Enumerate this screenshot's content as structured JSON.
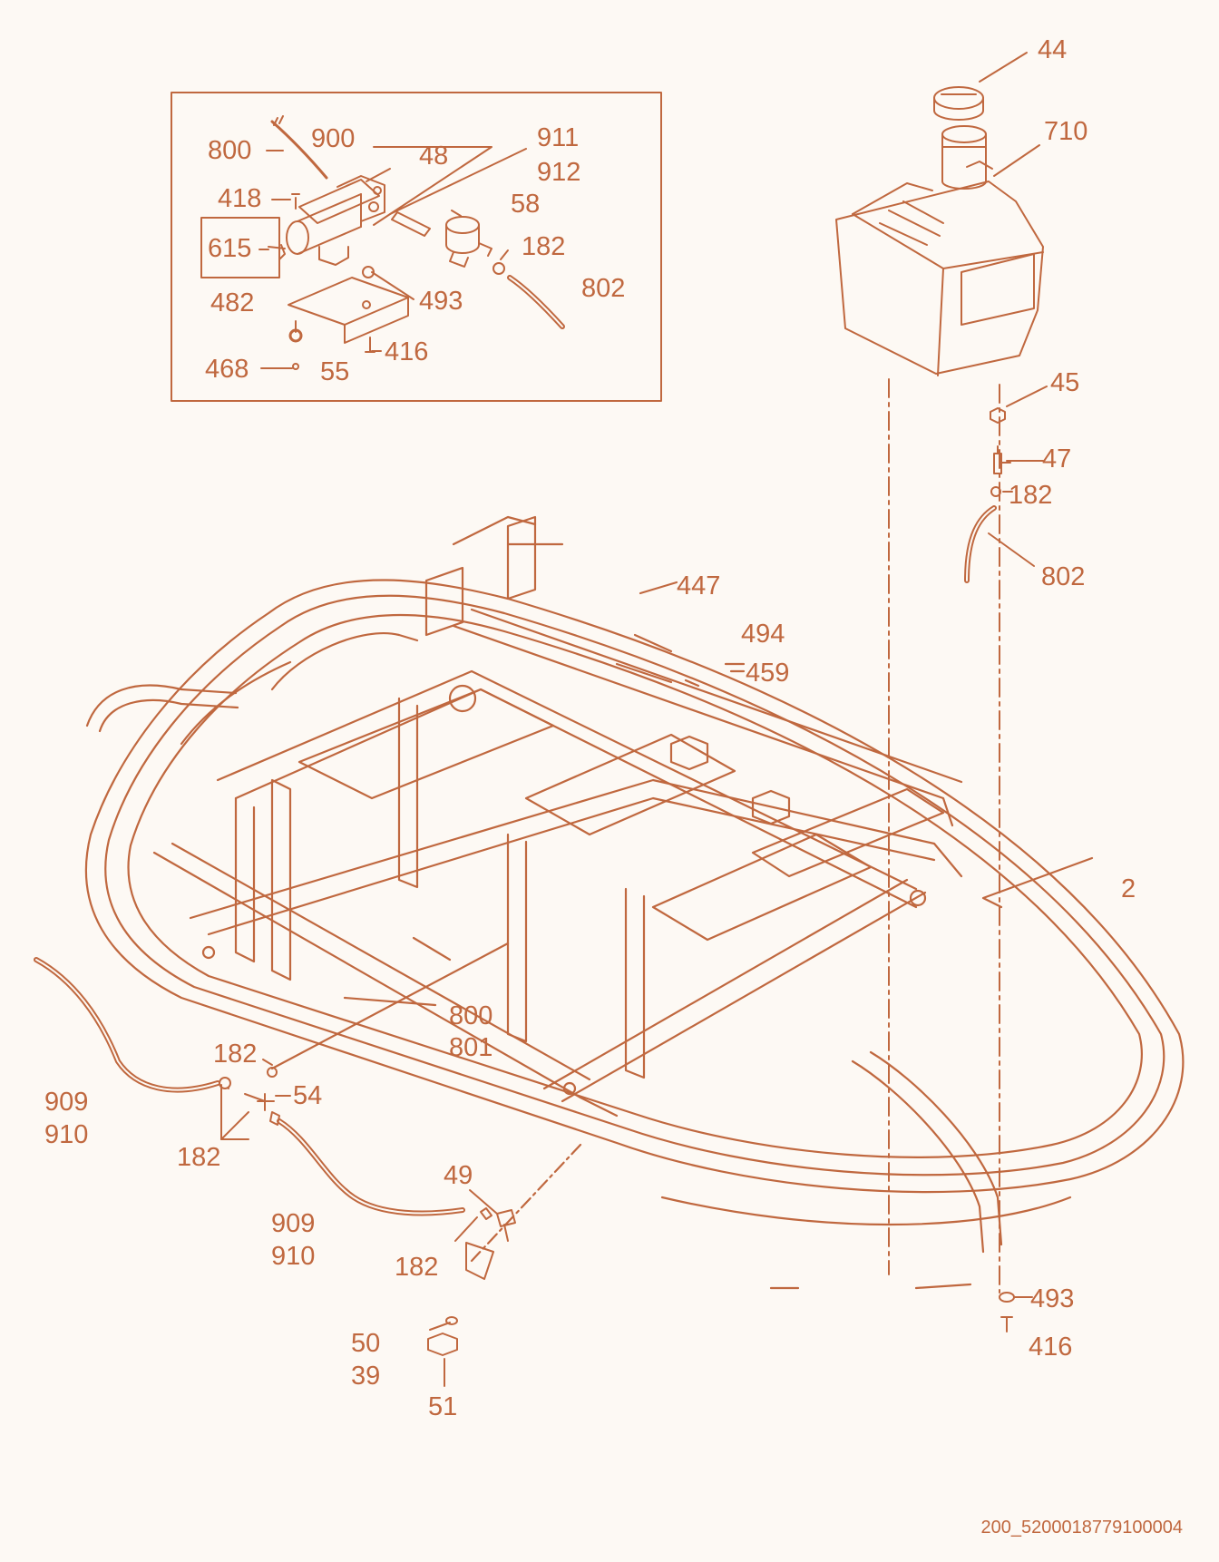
{
  "diagram": {
    "line_color": "#c0683f",
    "background_color": "#fdf9f4",
    "inset_box_labels": [
      "800",
      "900",
      "48",
      "911",
      "912",
      "418",
      "615",
      "58",
      "182",
      "802",
      "482",
      "493",
      "416",
      "468",
      "55"
    ],
    "tank_labels": [
      "44",
      "710",
      "45",
      "47",
      "182",
      "802",
      "493",
      "416"
    ],
    "frame_labels": [
      "447",
      "494",
      "459",
      "2",
      "800",
      "801"
    ],
    "hose_labels": [
      "182",
      "54",
      "909",
      "910",
      "182",
      "909",
      "910",
      "49",
      "182",
      "50",
      "39",
      "51"
    ],
    "document_id": "200_5200018779100004"
  }
}
